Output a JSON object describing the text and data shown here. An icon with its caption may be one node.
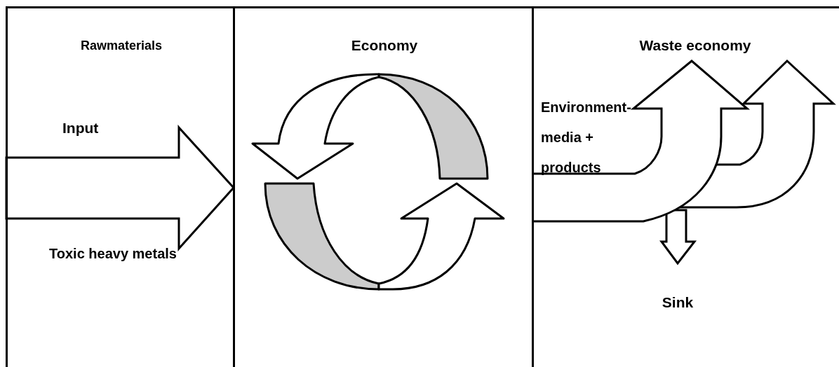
{
  "diagram": {
    "nodes": [
      {
        "text": [
          "Rawmaterials",
          "Input",
          "Toxic heavy metals"
        ]
      },
      {
        "text": [
          "Economy"
        ]
      },
      {
        "text": [
          "Waste economy",
          "Environment-media + products",
          "Sink"
        ]
      }
    ]
  }
}
